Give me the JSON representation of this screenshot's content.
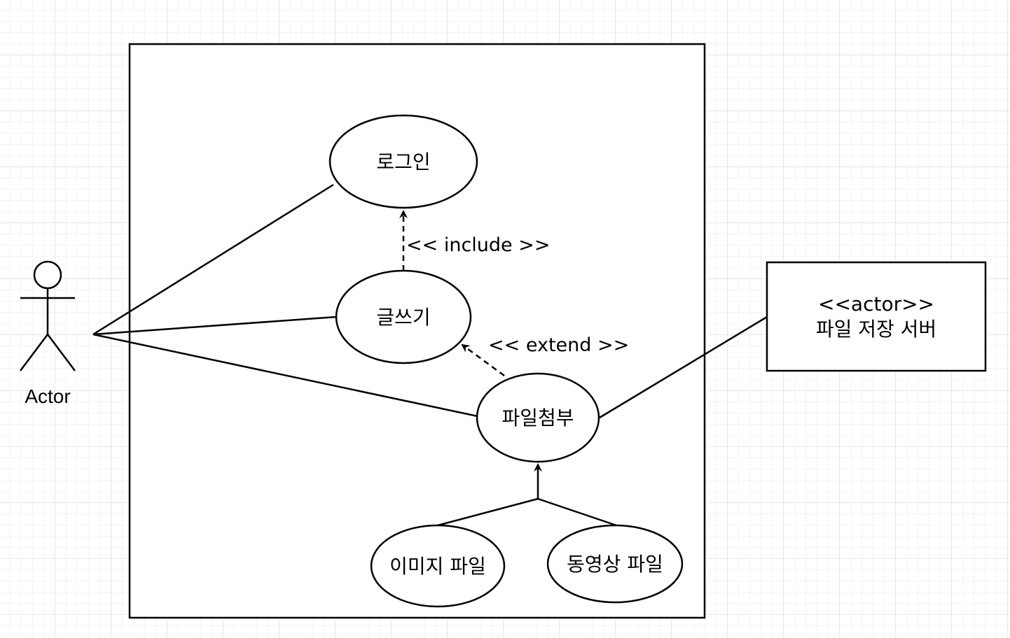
{
  "diagram": {
    "actor": {
      "label": "Actor"
    },
    "usecases": {
      "login": "로그인",
      "write": "글쓰기",
      "attach": "파일첨부",
      "image_file": "이미지 파일",
      "video_file": "동영상 파일"
    },
    "relations": {
      "include": "<< include >>",
      "extend": "<< extend >>"
    },
    "external_actor": {
      "stereotype": "<<actor>>",
      "name": "파일 저장 서버"
    }
  }
}
